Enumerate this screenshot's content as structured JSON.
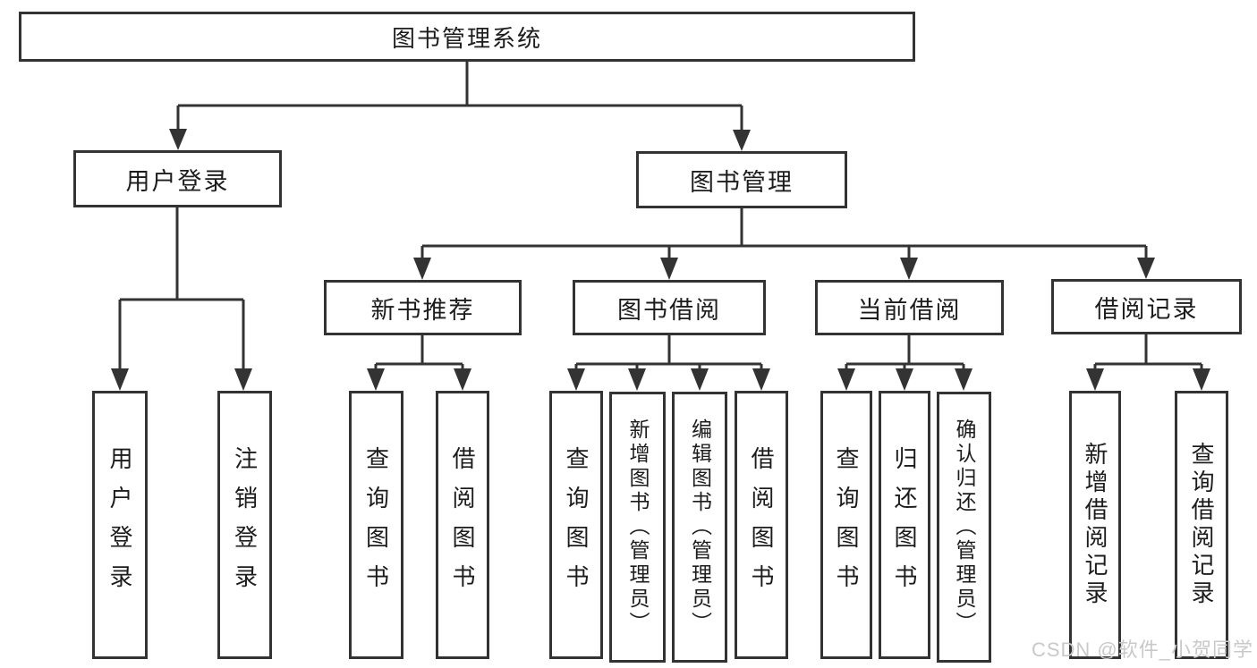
{
  "tree": {
    "label": "图书管理系统",
    "children": [
      {
        "label": "用户登录",
        "children": [
          {
            "label": "用户登录"
          },
          {
            "label": "注销登录"
          }
        ]
      },
      {
        "label": "图书管理",
        "children": [
          {
            "label": "新书推荐",
            "children": [
              {
                "label": "查询图书"
              },
              {
                "label": "借阅图书"
              }
            ]
          },
          {
            "label": "图书借阅",
            "children": [
              {
                "label": "查询图书"
              },
              {
                "label": "新增图书（管理员）"
              },
              {
                "label": "编辑图书（管理员）"
              },
              {
                "label": "借阅图书"
              }
            ]
          },
          {
            "label": "当前借阅",
            "children": [
              {
                "label": "查询图书"
              },
              {
                "label": "归还图书"
              },
              {
                "label": "确认归还（管理员）"
              }
            ]
          },
          {
            "label": "借阅记录",
            "children": [
              {
                "label": "新增借阅记录"
              },
              {
                "label": "查询借阅记录"
              }
            ]
          }
        ]
      }
    ]
  },
  "watermark": "CSDN @软件_小贺同学",
  "colors": {
    "line": "#333333",
    "text": "#1c1c1c",
    "watermark": "#c9c9c9",
    "background": "#ffffff"
  }
}
